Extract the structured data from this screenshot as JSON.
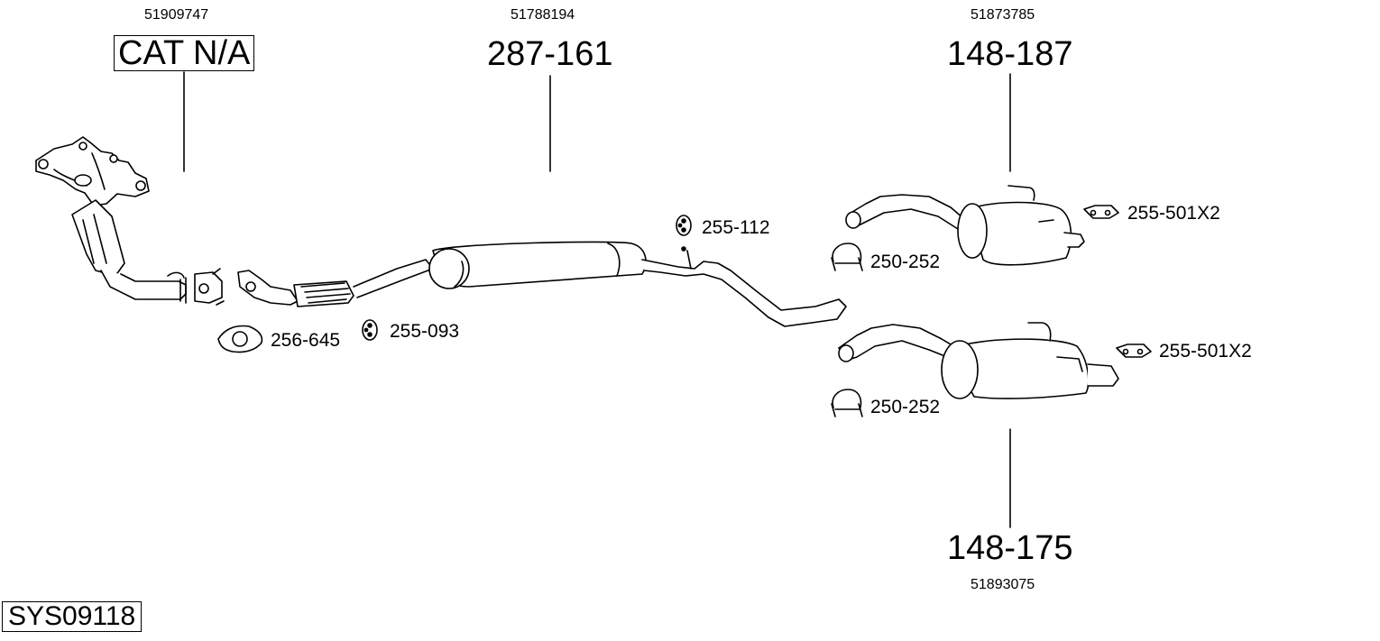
{
  "system_id": "SYS09118",
  "parts": {
    "manifold": {
      "oem": "51909747",
      "code": "CAT N/A"
    },
    "middle": {
      "oem": "51788194",
      "code": "287-161"
    },
    "rear_top": {
      "oem": "51873785",
      "code": "148-187"
    },
    "rear_bottom": {
      "oem": "51893075",
      "code": "148-175"
    }
  },
  "accessories": {
    "gasket": "256-645",
    "ring_lower": "255-093",
    "ring_upper": "255-112",
    "clamp_top": "250-252",
    "clamp_bottom": "250-252",
    "hanger_top": "255-501X2",
    "hanger_bottom": "255-501X2"
  }
}
